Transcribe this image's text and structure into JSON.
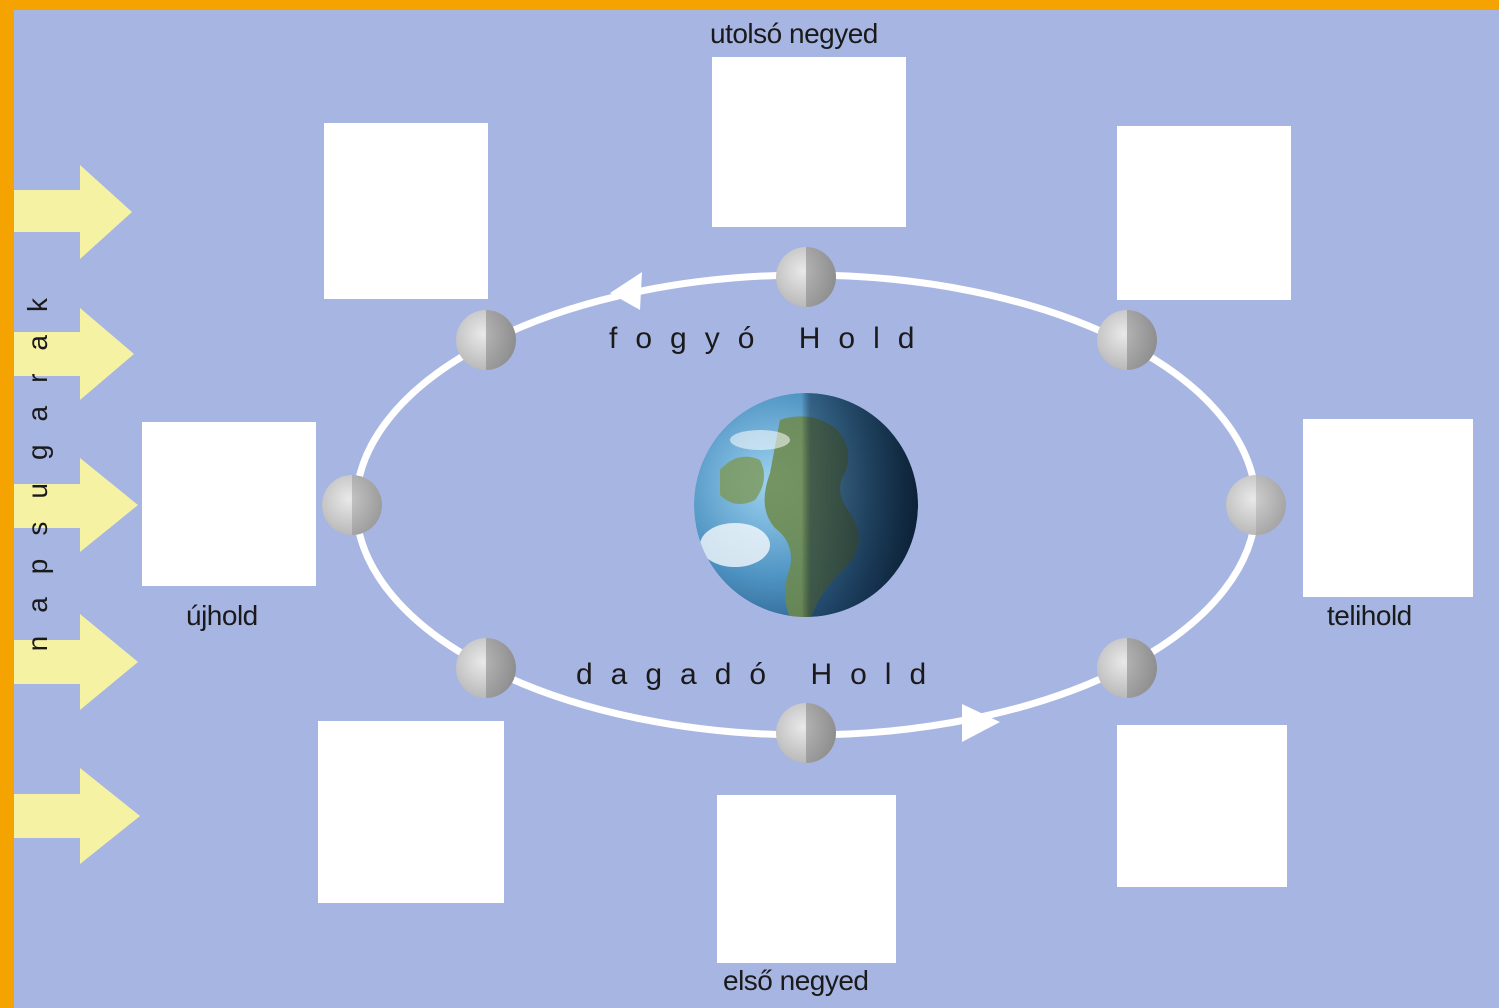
{
  "labels": {
    "top": "utolsó negyed",
    "bottom": "első negyed",
    "left": "újhold",
    "right": "telihold",
    "upper_arc": "fogyó Hold",
    "lower_arc": "dagadó Hold",
    "sun_rays": "napsugarak"
  },
  "colors": {
    "frame": "#f5a300",
    "background": "#a7b5e2",
    "arrows": "#f6f2a4",
    "orbit": "#ffffff",
    "answer_box": "#ffffff"
  }
}
